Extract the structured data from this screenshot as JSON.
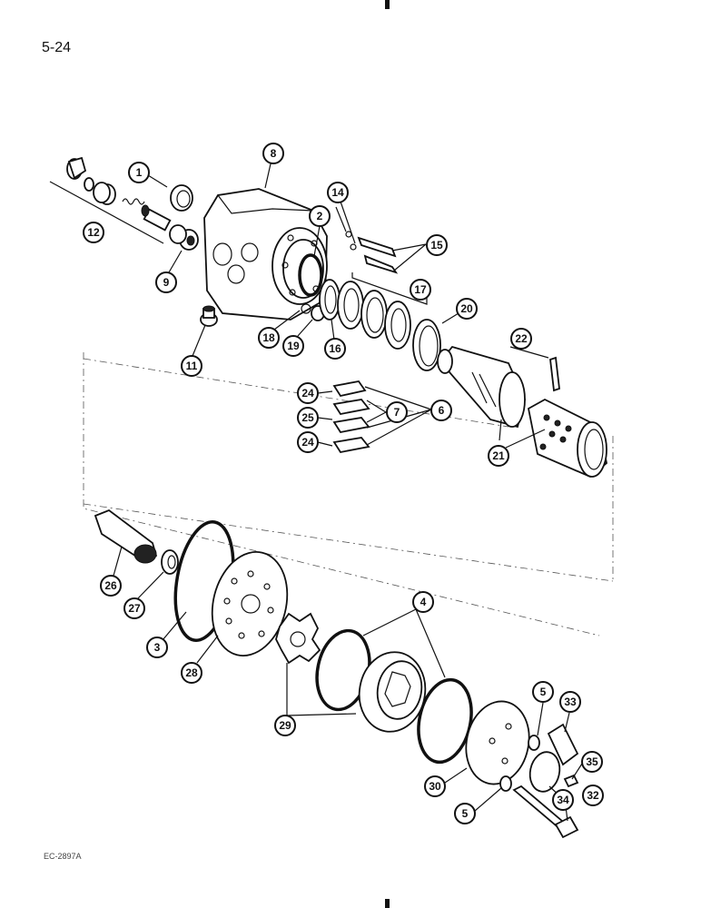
{
  "page_number": "5-24",
  "reference_code": "EC-2897A",
  "callouts": [
    "1",
    "2",
    "3",
    "4",
    "5",
    "5",
    "6",
    "7",
    "8",
    "9",
    "11",
    "12",
    "14",
    "15",
    "16",
    "17",
    "18",
    "19",
    "20",
    "21",
    "22",
    "24",
    "25",
    "24",
    "26",
    "27",
    "28",
    "29",
    "30",
    "32",
    "33",
    "34",
    "35"
  ]
}
